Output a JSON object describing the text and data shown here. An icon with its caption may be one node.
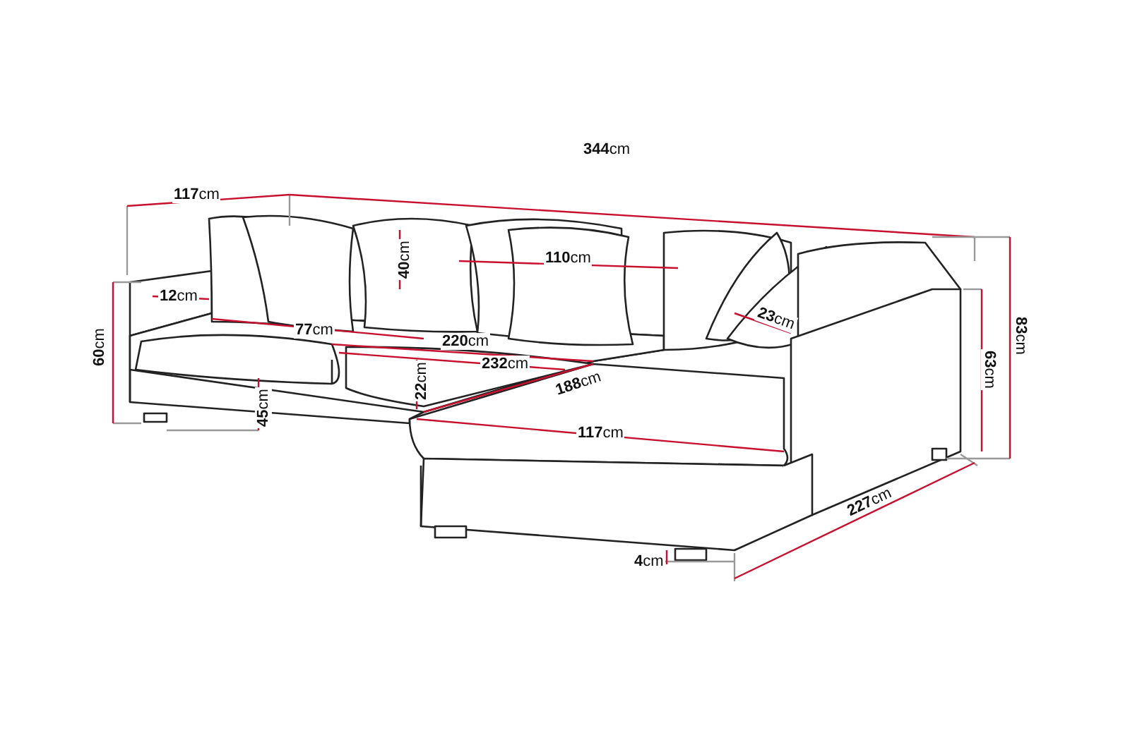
{
  "diagram": {
    "labels": [
      "**117**cm",
      "**344**cm",
      "**110**cm",
      "**40**cm",
      "**12**cm",
      "**83**cm",
      "**60**cm",
      "**77**cm",
      "**220**cm",
      "**23**cm",
      "**63**cm",
      "**232**cm",
      "**188**cm",
      "**22**cm",
      "**45**cm",
      "**117**cm",
      "**227**cm",
      "**4**cm"
    ]
  }
}
